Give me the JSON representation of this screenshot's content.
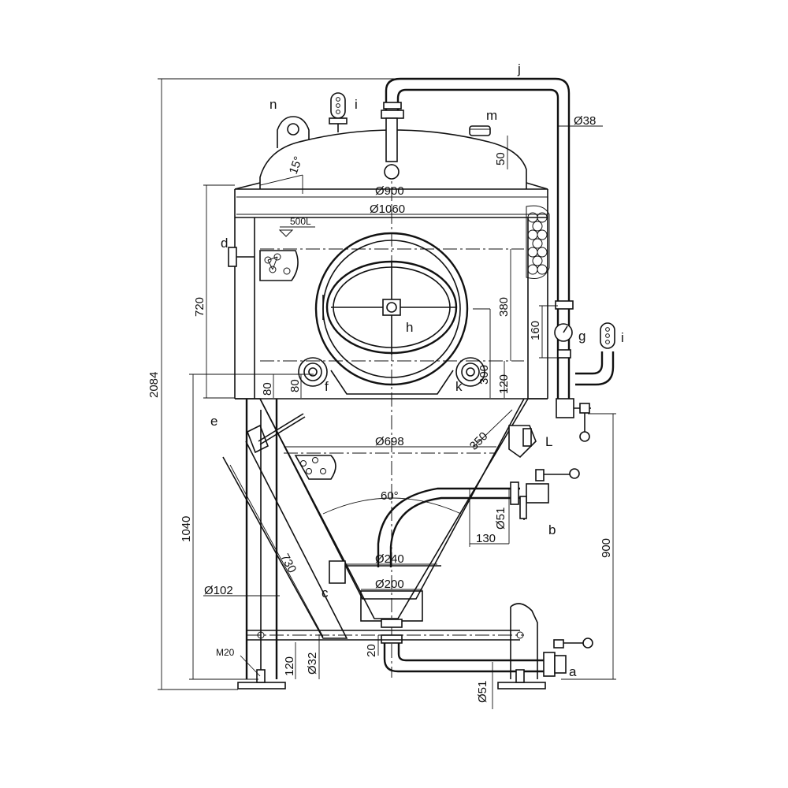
{
  "labels": {
    "a": "a",
    "b": "b",
    "c": "c",
    "d": "d",
    "e": "e",
    "f": "f",
    "g": "g",
    "h": "h",
    "i_top": "i",
    "i_side": "i",
    "j": "j",
    "k": "k",
    "L": "L",
    "m": "m",
    "n": "n"
  },
  "dimensions": {
    "total_height": "2084",
    "cyl_height": "720",
    "leg_height": "1040",
    "side_900": "900",
    "d900": "Ø900",
    "d1060": "Ø1060",
    "d698": "Ø698",
    "d240": "Ø240",
    "d200": "Ø200",
    "d102": "Ø102",
    "d38": "Ø38",
    "d51_mid": "Ø51",
    "d51_bottom": "Ø51",
    "d32": "Ø32",
    "d50": "50",
    "d380": "380",
    "d300": "300",
    "d120_right": "120",
    "d80_a": "80",
    "d80_b": "80",
    "d160": "160",
    "d350": "350",
    "d730": "730",
    "d130": "130",
    "d120_bottom": "120",
    "d20": "20",
    "m20": "M20",
    "volume": "500L",
    "angle_cone": "60°",
    "angle_top": "15°"
  }
}
